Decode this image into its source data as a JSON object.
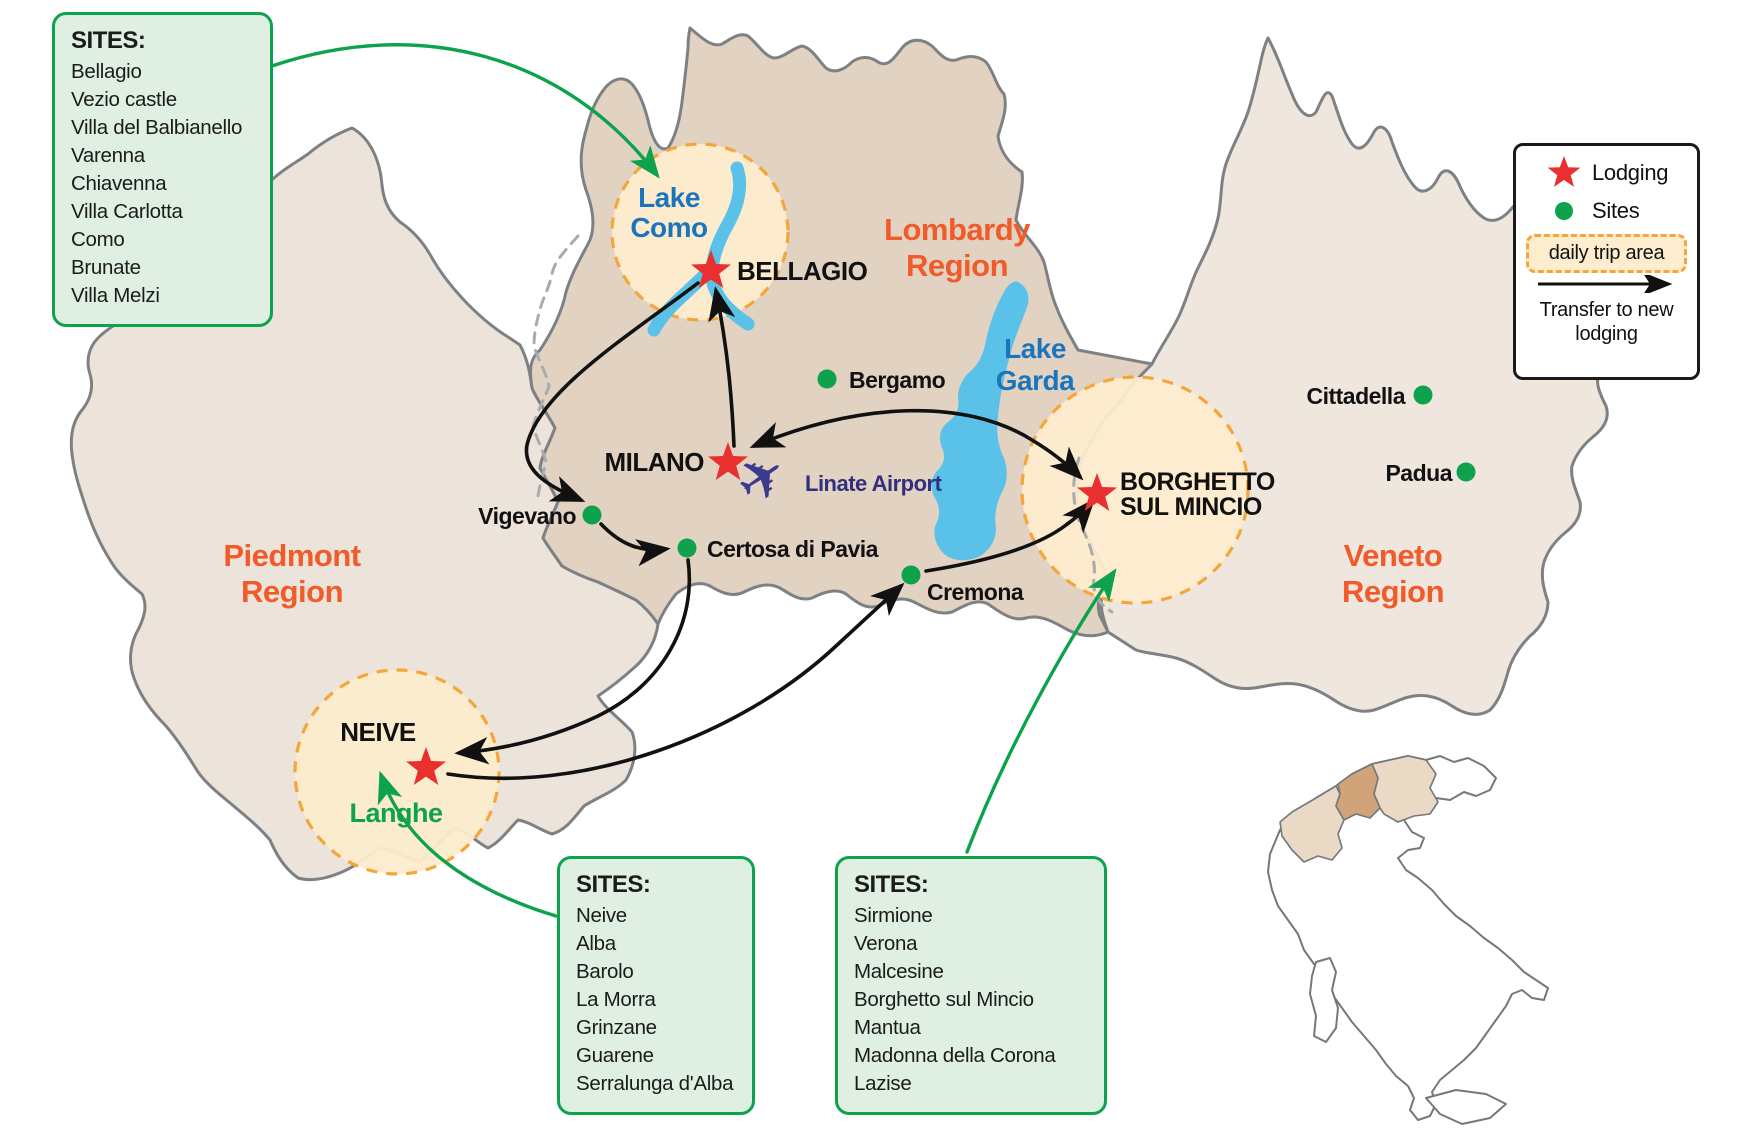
{
  "legend": {
    "lodging_label": "Lodging",
    "sites_label": "Sites",
    "daily_trip_label": "daily trip area",
    "transfer_label": "Transfer to new lodging"
  },
  "sites_boxes": [
    {
      "title": "SITES:",
      "items": [
        "Bellagio",
        "Vezio castle",
        "Villa del Balbianello",
        "Varenna",
        "Chiavenna",
        "Villa Carlotta",
        "Como",
        "Brunate",
        "Villa Melzi"
      ]
    },
    {
      "title": "SITES:",
      "items": [
        "Neive",
        "Alba",
        "Barolo",
        "La Morra",
        "Grinzane",
        "Guarene",
        "Serralunga d'Alba"
      ]
    },
    {
      "title": "SITES:",
      "items": [
        "Sirmione",
        "Verona",
        "Malcesine",
        "Borghetto sul Mincio",
        "Mantua",
        "Madonna della Corona",
        "Lazise"
      ]
    }
  ],
  "map": {
    "region_labels": {
      "piedmont1": "Piedmont",
      "piedmont2": "Region",
      "lombardy1": "Lombardy",
      "lombardy2": "Region",
      "veneto1": "Veneto",
      "veneto2": "Region"
    },
    "lake_labels": {
      "como1": "Lake",
      "como2": "Como",
      "garda1": "Lake",
      "garda2": "Garda"
    },
    "lodging_labels": {
      "milano": "MILANO",
      "bellagio": "BELLAGIO",
      "neive": "NEIVE",
      "borghetto1": "BORGHETTO",
      "borghetto2": "SUL MINCIO"
    },
    "site_labels": {
      "bergamo": "Bergamo",
      "vigevano": "Vigevano",
      "certosa": "Certosa di Pavia",
      "cremona": "Cremona",
      "cittadella": "Cittadella",
      "padua": "Padua"
    },
    "area_labels": {
      "langhe": "Langhe"
    },
    "airport_label": "Linate Airport",
    "icons": [
      "lodging-star-icon",
      "site-dot-icon",
      "airplane-icon",
      "transfer-arrow-icon",
      "callout-arrow-icon"
    ]
  },
  "colors": {
    "accent_green": "#0ea24d",
    "accent_red": "#e8312f",
    "region_label_orange": "#f15a29",
    "lake_blue": "#5ac1e8",
    "lake_label_blue": "#1b75bc",
    "daily_area_fill": "#fdeccd",
    "daily_area_border": "#f4a63a",
    "airport_navy": "#312f7e",
    "region_fill_piedmont": "#ece3da",
    "region_fill_lombardy": "#e2d2c2",
    "region_fill_veneto": "#efe6de",
    "map_border_gray": "#7e8184"
  }
}
